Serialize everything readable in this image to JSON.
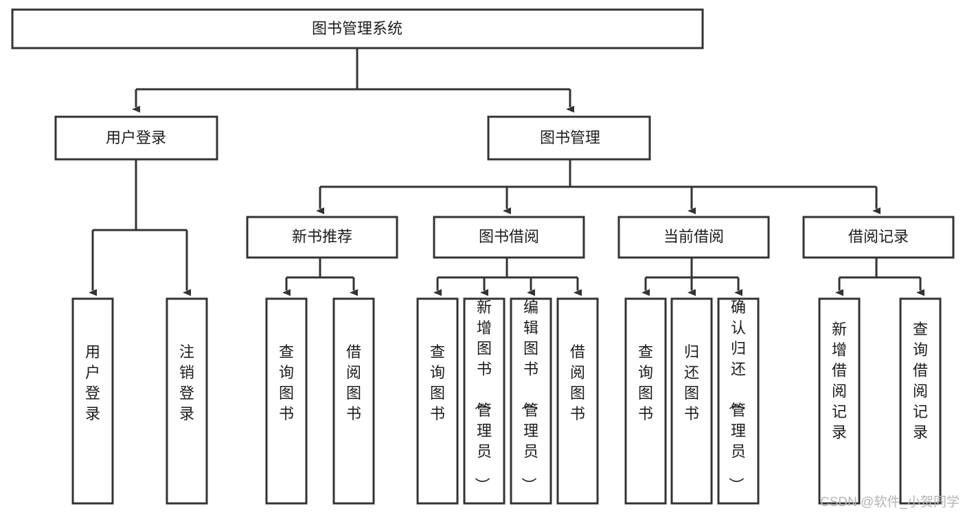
{
  "diagram": {
    "title": "图书管理系统",
    "type": "tree-hierarchy-diagram",
    "watermark": "CSDN @软件_小贺同学",
    "colors": {
      "background": "#ffffff",
      "stroke": "#333333",
      "fill": "#ffffff",
      "text": "#1c1c1c",
      "watermark": "#b4b4b4"
    },
    "root": {
      "label": "图书管理系统"
    },
    "level2": [
      {
        "label": "用户登录"
      },
      {
        "label": "图书管理"
      }
    ],
    "level3": [
      {
        "label": "新书推荐"
      },
      {
        "label": "图书借阅"
      },
      {
        "label": "当前借阅"
      },
      {
        "label": "借阅记录"
      }
    ],
    "leaves": {
      "user_login": [
        {
          "label": "用户登录"
        },
        {
          "label": "注销登录"
        }
      ],
      "new_book_recommend": [
        {
          "label": "查询图书"
        },
        {
          "label": "借阅图书"
        }
      ],
      "book_borrow": [
        {
          "label": "查询图书"
        },
        {
          "label": "新增图书（管理员）"
        },
        {
          "label": "编辑图书（管理员）"
        },
        {
          "label": "借阅图书"
        }
      ],
      "current_borrow": [
        {
          "label": "查询图书"
        },
        {
          "label": "归还图书"
        },
        {
          "label": "确认归还（管理员）"
        }
      ],
      "borrow_records": [
        {
          "label": "新增借阅记录"
        },
        {
          "label": "查询借阅记录"
        }
      ]
    }
  }
}
